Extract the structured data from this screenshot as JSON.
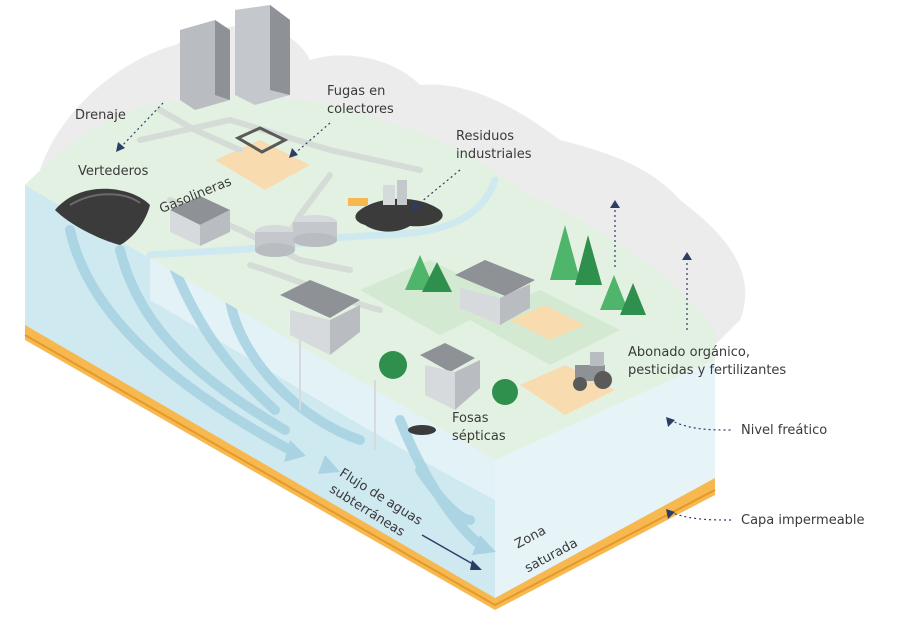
{
  "labels": {
    "drenaje": "Drenaje",
    "fugas_line1": "Fugas en",
    "fugas_line2": "colectores",
    "residuos_line1": "Residuos",
    "residuos_line2": "industriales",
    "vertederos": "Vertederos",
    "gasolineras": "Gasolineras",
    "abonado_line1": "Abonado orgánico,",
    "abonado_line2": "pesticidas y fertilizantes",
    "nivel_freatico": "Nivel freático",
    "capa_impermeable": "Capa impermeable",
    "fosas_line1": "Fosas",
    "fosas_line2": "sépticas",
    "flujo_line1": "Flujo de aguas",
    "flujo_line2": "subterráneas",
    "zona_line1": "Zona",
    "zona_line2": "saturada"
  },
  "colors": {
    "sky_bg": "#ececec",
    "ground_top": "#e3f1e2",
    "ground_light": "#d3e9d1",
    "water_front": "#cfe9f1",
    "water_light": "#e6f4f8",
    "water_arrow": "#a9d3e3",
    "impermeable": "#f7b850",
    "impermeable_dark": "#e39a2b",
    "road": "#d5dbd6",
    "sand": "#f8dcb0",
    "pollutant": "#3b3b3b",
    "tree": "#4fb56a",
    "tree_dark": "#2f8f4d",
    "building": "#b9bcc0",
    "building_dark": "#8e9297",
    "arrow": "#2c3e66",
    "text": "#3a3a3a"
  }
}
